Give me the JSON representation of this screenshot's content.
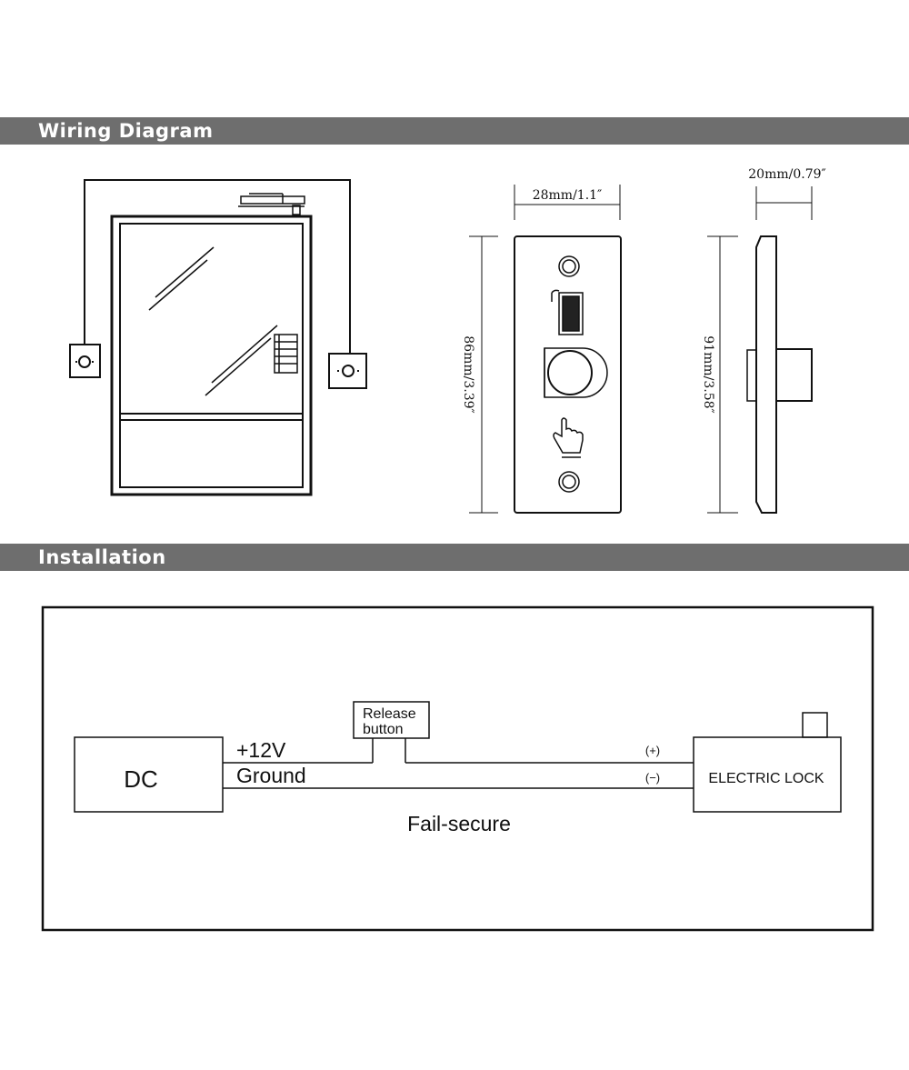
{
  "sections": {
    "wiring_title": "Wiring Diagram",
    "install_title": "Installation"
  },
  "dimensions": {
    "front_width": "28mm/1.1″",
    "front_height": "86mm/3.39″",
    "side_depth": "20mm/0.79″",
    "side_height": "91mm/3.58″"
  },
  "circuit": {
    "dc_label": "DC",
    "plus_label": "+12V",
    "ground_label": "Ground",
    "release_line1": "Release",
    "release_line2": "button",
    "positive_marker": "(+)",
    "negative_marker": "(−)",
    "lock_label": "ELECTRIC LOCK",
    "mode_label": "Fail-secure"
  },
  "colors": {
    "section_bar": "#6e6e6e",
    "line": "#111111"
  },
  "icons": [
    "door-icon",
    "lock-icon",
    "exit-button-icon",
    "hand-pointer-icon",
    "key-switch-icon"
  ]
}
